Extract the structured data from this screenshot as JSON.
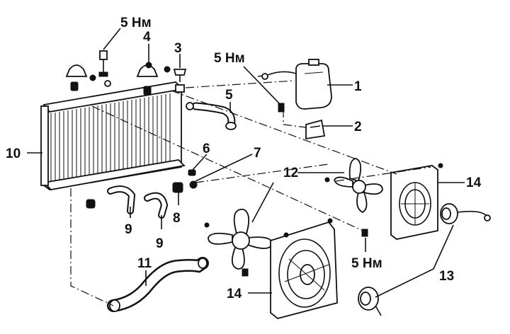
{
  "callouts": {
    "n1": "1",
    "n2": "2",
    "n3": "3",
    "n4": "4",
    "n5": "5",
    "n6": "6",
    "n7": "7",
    "n8": "8",
    "n9a": "9",
    "n9b": "9",
    "n10": "10",
    "n11": "11",
    "n12": "12",
    "n13": "13",
    "n14a": "14",
    "n14b": "14"
  },
  "torques": {
    "t_top": "5 Нм",
    "t_reservoir": "5 Нм",
    "t_shroud": "5 Нм"
  }
}
